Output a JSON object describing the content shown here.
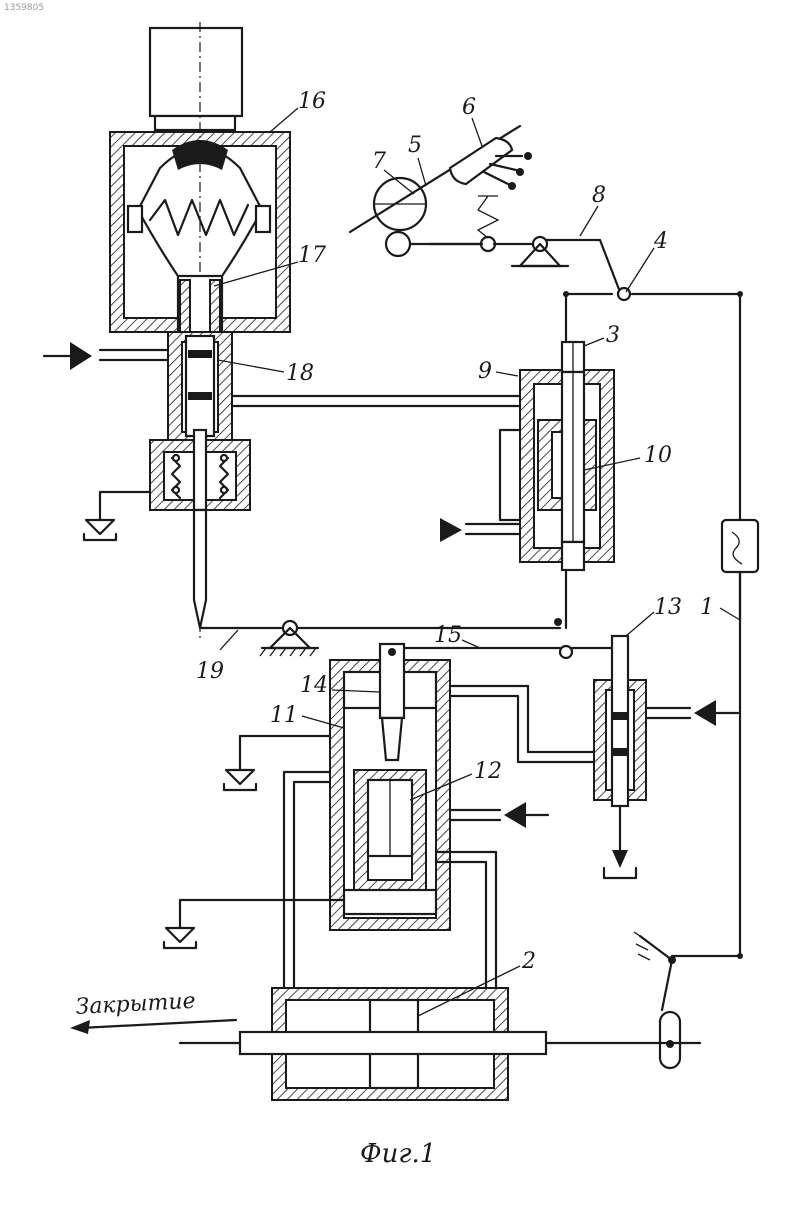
{
  "drawing": {
    "corner_mark": "1359805",
    "caption": "Фиг.1",
    "direction_label": "Закрытие",
    "labels": {
      "l1": "1",
      "l2": "2",
      "l3": "3",
      "l4": "4",
      "l5": "5",
      "l6": "6",
      "l7": "7",
      "l8": "8",
      "l9": "9",
      "l10": "10",
      "l11": "11",
      "l12": "12",
      "l13": "13",
      "l14": "14",
      "l15": "15",
      "l16": "16",
      "l17": "17",
      "l18": "18",
      "l19": "19"
    }
  }
}
